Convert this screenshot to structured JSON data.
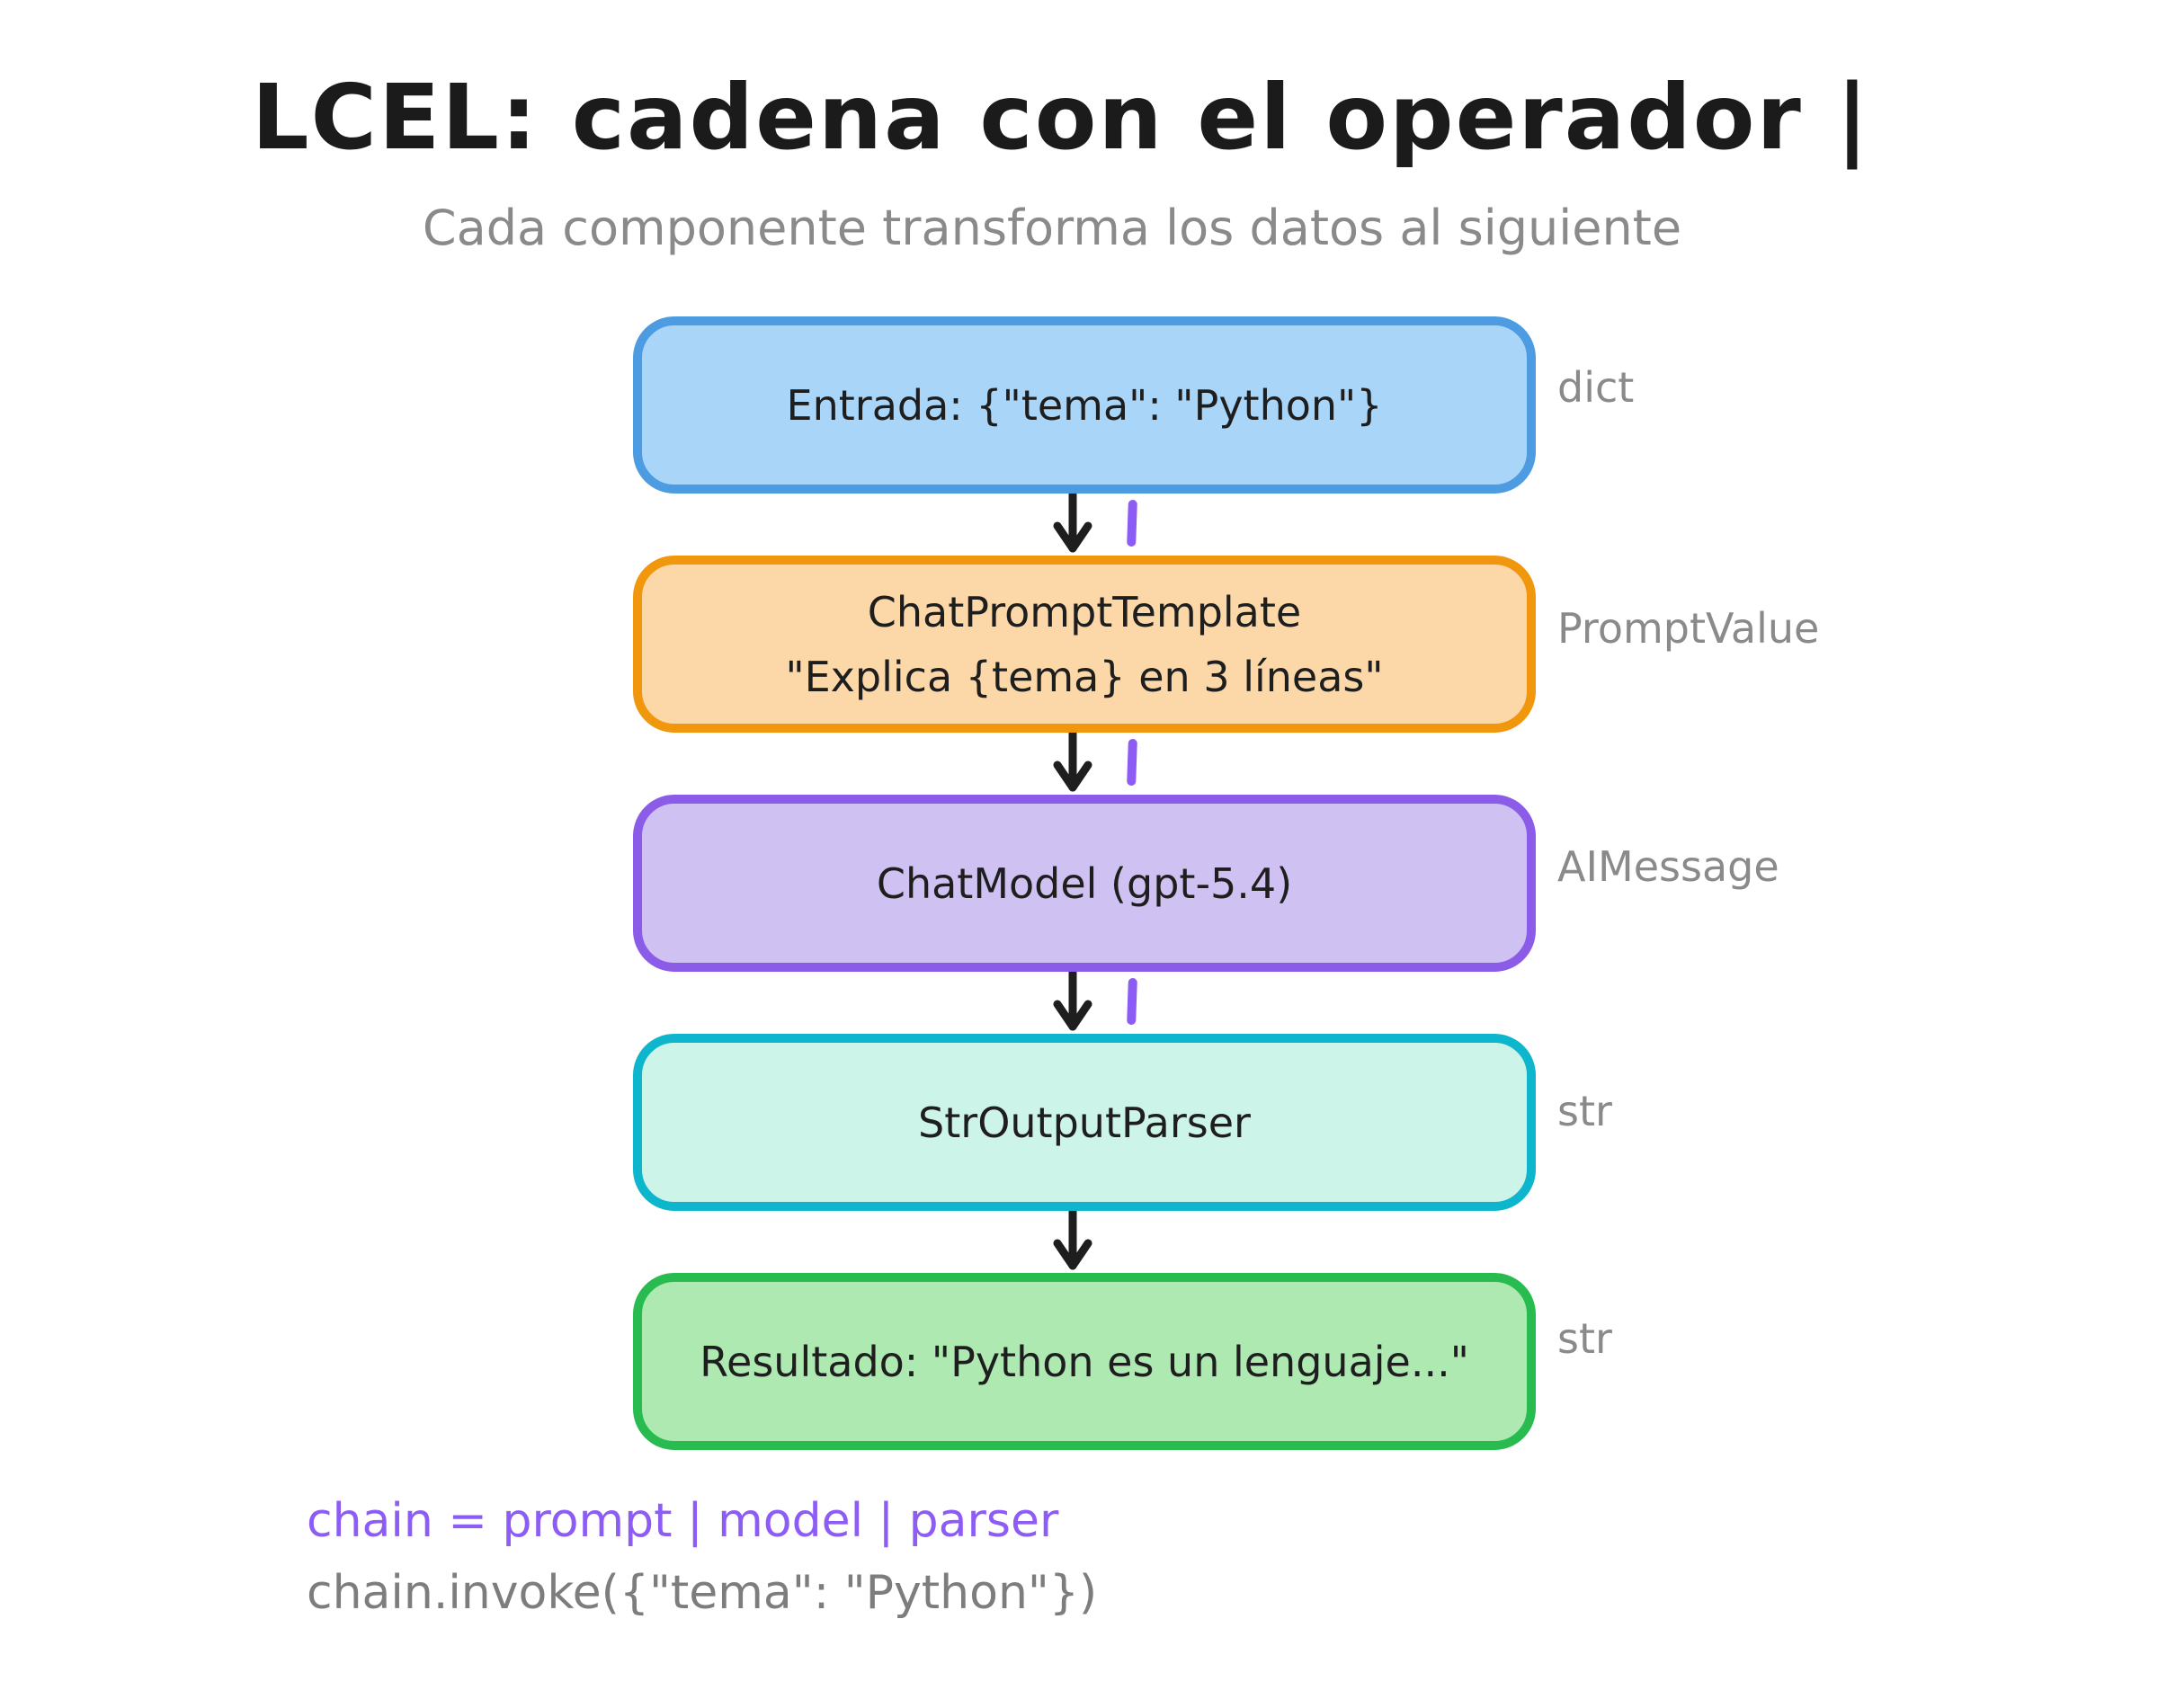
{
  "title": "LCEL: cadena con el operador |",
  "subtitle": "Cada componente transforma los datos al siguiente",
  "nodes": [
    {
      "label": "Entrada: {\"tema\": \"Python\"}",
      "type_label": "dict",
      "fill": "#a9d5f8",
      "border": "#4d9be0"
    },
    {
      "label": "ChatPromptTemplate",
      "label2": "\"Explica {tema} en 3 líneas\"",
      "type_label": "PromptValue",
      "fill": "#fcd8a9",
      "border": "#f0970e"
    },
    {
      "label": "ChatModel (gpt-5.4)",
      "type_label": "AIMessage",
      "fill": "#cfc2f2",
      "border": "#8a5ce8"
    },
    {
      "label": "StrOutputParser",
      "type_label": "str",
      "fill": "#cdf4e8",
      "border": "#0db6cc"
    },
    {
      "label": "Resultado: \"Python es un lenguaje...\"",
      "type_label": "str",
      "fill": "#aee9b2",
      "border": "#28bc50"
    }
  ],
  "connectors": [
    {
      "pipe": true
    },
    {
      "pipe": true
    },
    {
      "pipe": true
    },
    {
      "pipe": false
    }
  ],
  "code": {
    "line1": "chain = prompt | model | parser",
    "line2": "chain.invoke({\"tema\": \"Python\"})"
  },
  "colors": {
    "pipe": "#8c5cf5",
    "code_purple": "#8c5cf5",
    "code_gray": "#7d7d7d",
    "label_gray": "#8a8a8a",
    "arrow": "#1e1e1e"
  }
}
